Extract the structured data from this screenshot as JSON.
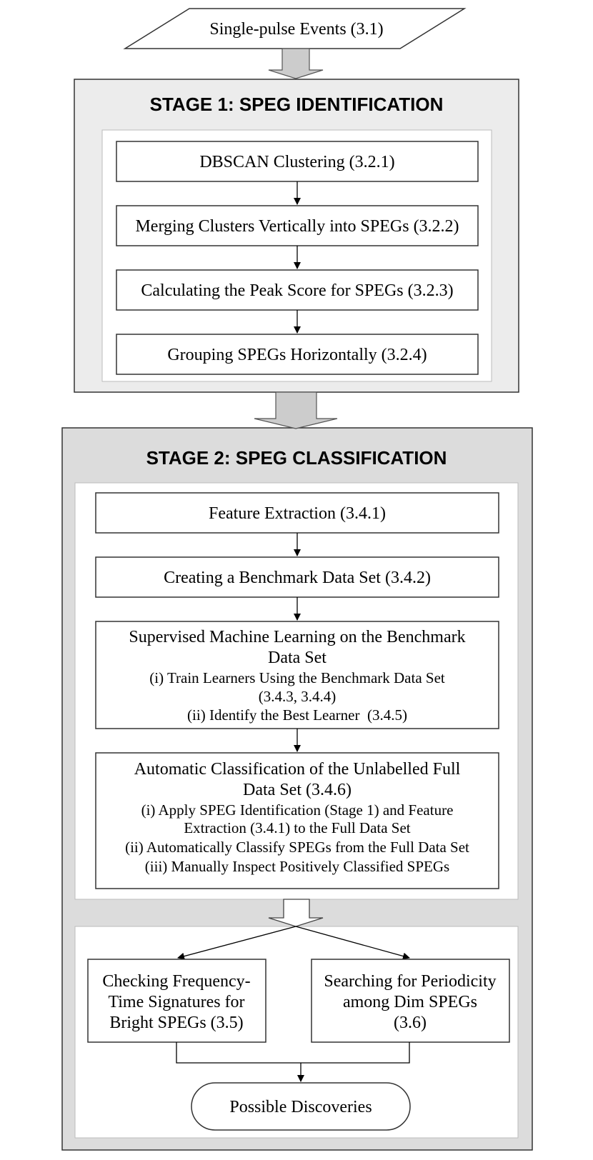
{
  "input": {
    "label": "Single-pulse Events (3.1)"
  },
  "stage1": {
    "title": "STAGE 1: SPEG IDENTIFICATION",
    "steps": [
      "DBSCAN Clustering (3.2.1)",
      "Merging Clusters Vertically into SPEGs (3.2.2)",
      "Calculating the Peak Score for SPEGs (3.2.3)",
      "Grouping SPEGs Horizontally (3.2.4)"
    ]
  },
  "stage2": {
    "title": "STAGE 2: SPEG CLASSIFICATION",
    "feature_extraction": "Feature Extraction (3.4.1)",
    "benchmark": "Creating a Benchmark Data Set (3.4.2)",
    "supervised": {
      "lines": [
        "Supervised Machine Learning on the Benchmark",
        "Data Set",
        "(i) Train Learners Using the Benchmark Data Set",
        "(3.4.3, 3.4.4)",
        "(ii) Identify the Best Learner  (3.4.5)"
      ]
    },
    "automatic": {
      "lines": [
        "Automatic Classification of the Unlabelled Full",
        "Data Set (3.4.6)",
        "(i) Apply SPEG Identification (Stage 1) and Feature",
        "Extraction (3.4.1) to the Full Data Set",
        "(ii) Automatically Classify SPEGs from the Full Data Set",
        "(iii) Manually Inspect Positively Classified SPEGs"
      ]
    },
    "bright": {
      "lines": [
        "Checking Frequency-",
        "Time Signatures for",
        "Bright SPEGs (3.5)"
      ]
    },
    "periodicity": {
      "lines": [
        "Searching for Periodicity",
        "among Dim SPEGs",
        "(3.6)"
      ]
    },
    "output": "Possible Discoveries"
  },
  "colors": {
    "stage1_bg": "#ececec",
    "stage2_bg": "#dcdcdc",
    "inner_bg": "#ffffff",
    "block_arrow": "#cccccc",
    "stroke": "#333333"
  }
}
